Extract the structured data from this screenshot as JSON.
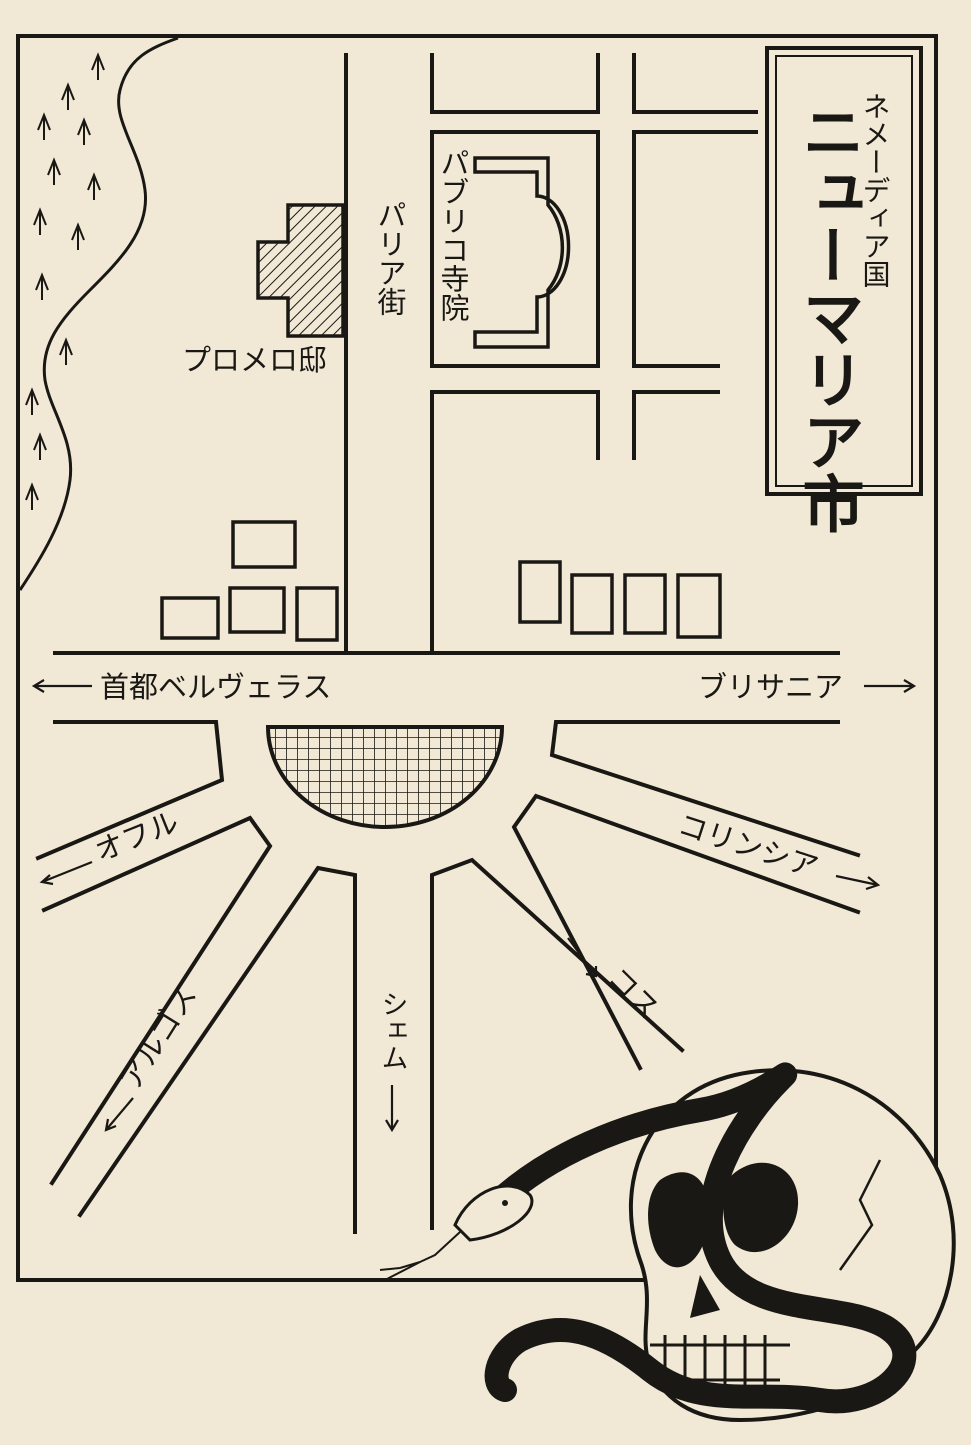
{
  "colors": {
    "paper": "#f1e9d6",
    "ink": "#1a1814"
  },
  "title": {
    "country": "ネメーディア国",
    "city": "ニューマリア市"
  },
  "places": {
    "mansion": "プロメロ邸",
    "temple": "パブリコ寺院",
    "street": "パリア街"
  },
  "destinations": {
    "belverus": "首都ベルヴェラス",
    "brythunia": "ブリサニア",
    "ophir": "オフル",
    "corinthia": "コリンシア",
    "kos": "コス",
    "shem": "シェム",
    "argos": "アルゴス"
  },
  "arrows": {
    "left": "←",
    "right": "→",
    "down": "↓"
  },
  "icons": [
    "forest-icon",
    "snake-skull-illustration",
    "plaza-grid-icon"
  ]
}
